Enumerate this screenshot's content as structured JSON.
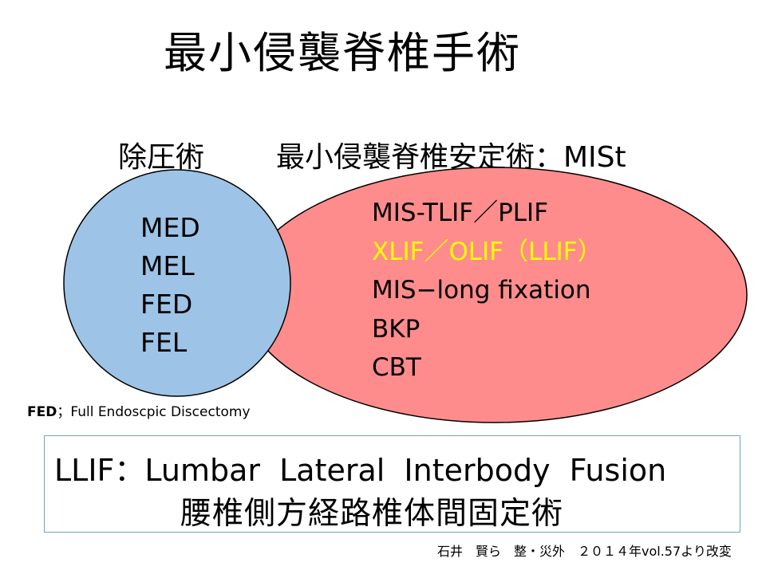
{
  "title": "最小侵襲脊椎手術",
  "labels": {
    "decompression": "除圧術",
    "stabilization": "最小侵襲脊椎安定術：MISt"
  },
  "decompression_items": [
    "MED",
    "MEL",
    "FED",
    "FEL"
  ],
  "stabilization_items": [
    "MIS-TLIF／PLIF",
    "XLIF／OLIF（LLIF）",
    "MIS−long  fixation",
    "BKP",
    "CBT"
  ],
  "footnote": {
    "term": "FED",
    "definition": "；Full  Endoscpic  Discectomy"
  },
  "llif_box": {
    "line1": "LLIF：Lumbar  Lateral  Interbody  Fusion",
    "line2": "腰椎側方経路椎体間固定術"
  },
  "citation": "石井　賢ら　整・災外　２０１４年vol.57より改変",
  "colors": {
    "circle_fill": "#9dc3e6",
    "circle_stroke": "#000000",
    "ellipse_fill": "#ff8c8c",
    "ellipse_stroke": "#000000",
    "highlight_text": "#ffff00",
    "box_border": "#6aa9b8"
  }
}
